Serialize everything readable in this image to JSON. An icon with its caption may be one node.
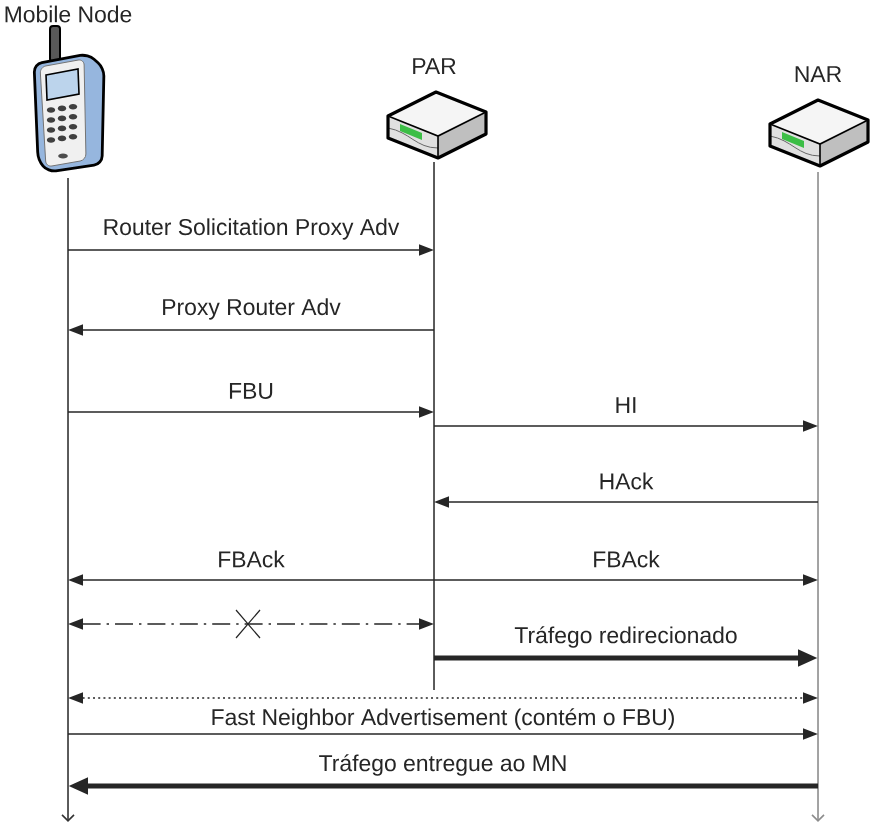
{
  "diagram": {
    "nodes": [
      {
        "text": [
          "Mobile Node"
        ]
      },
      {
        "text": [
          "PAR"
        ]
      },
      {
        "text": [
          "NAR"
        ]
      }
    ],
    "edges": [
      {
        "from": 0,
        "to": 1,
        "arrow": "to",
        "label": "Router Solicitation Proxy Adv"
      },
      {
        "from": 1,
        "to": 0,
        "arrow": "to",
        "label": "Proxy Router Adv"
      },
      {
        "from": 0,
        "to": 1,
        "arrow": "to",
        "label": "FBU"
      },
      {
        "from": 1,
        "to": 2,
        "arrow": "to",
        "label": "HI"
      },
      {
        "from": 2,
        "to": 1,
        "arrow": "to",
        "label": "HAck"
      },
      {
        "from": 1,
        "to": 0,
        "arrow": "to",
        "label": "FBAck"
      },
      {
        "from": 1,
        "to": 2,
        "arrow": "to",
        "label": "FBAck"
      },
      {
        "from": 0,
        "to": 1,
        "arrow": "both",
        "style": "dashed"
      },
      {
        "from": 1,
        "to": 2,
        "arrow": "to",
        "label": "Tráfego redirecionado",
        "style": "thick"
      },
      {
        "from": 0,
        "to": 2,
        "arrow": "both",
        "style": "dashed"
      },
      {
        "from": 0,
        "to": 2,
        "arrow": "to",
        "label": "Fast Neighbor Advertisement (contém o FBU)"
      },
      {
        "from": 2,
        "to": 0,
        "arrow": "to",
        "label": "Tráfego entregue ao MN",
        "style": "thick"
      }
    ]
  }
}
